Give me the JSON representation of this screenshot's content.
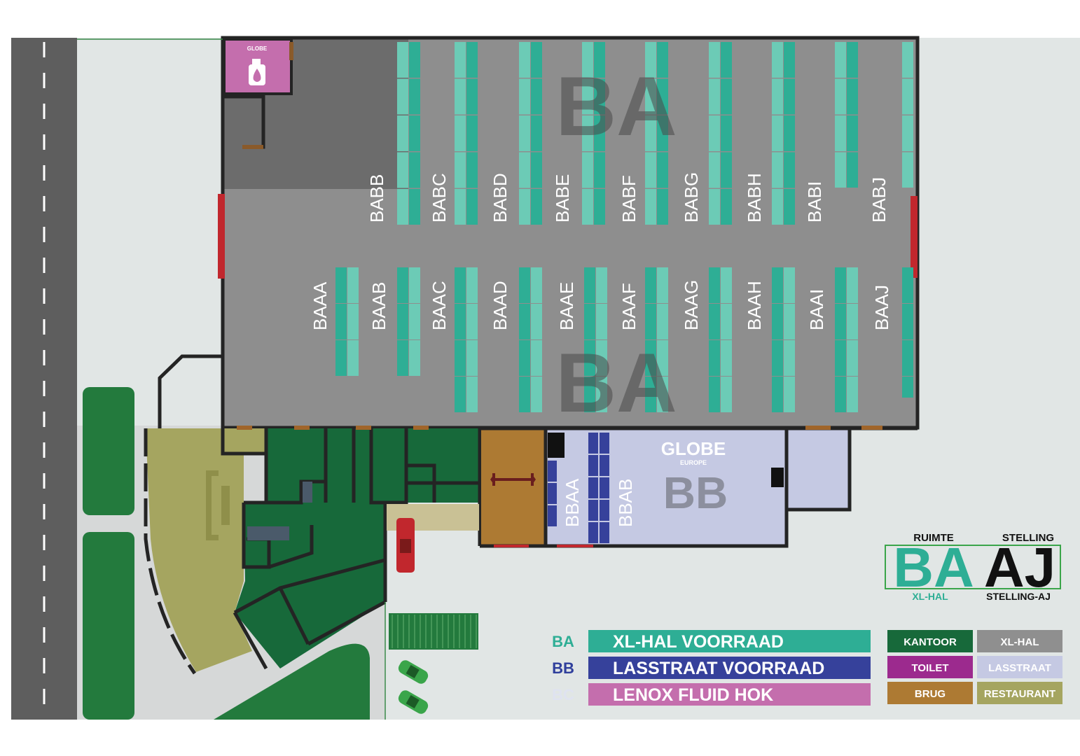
{
  "zones": {
    "ba_upper": "BA",
    "ba_lower": "BA",
    "bb": "BB"
  },
  "logo": {
    "brand": "GLOBE",
    "sub": "EUROPE"
  },
  "aisles_top": [
    "BABB",
    "BABC",
    "BABD",
    "BABE",
    "BABF",
    "BABG",
    "BABH",
    "BABI",
    "BABJ"
  ],
  "aisles_bottom": [
    "BAAA",
    "BAAB",
    "BAAC",
    "BAAD",
    "BAAE",
    "BAAF",
    "BAAG",
    "BAAH",
    "BAAI",
    "BAAJ"
  ],
  "aisles_bb": [
    "BBAA",
    "BBAB"
  ],
  "code_key": {
    "ruimte_label": "RUIMTE",
    "stelling_label": "STELLING",
    "ruimte_code": "BA",
    "stelling_code": "AJ",
    "ruimte_sub": "XL-HAL",
    "stelling_sub": "STELLING-AJ"
  },
  "legend": [
    {
      "code": "BA",
      "label": "XL-HAL VOORRAAD",
      "code_color": "#2eae95",
      "bar_color": "#2eae95"
    },
    {
      "code": "BB",
      "label": "LASSTRAAT VOORRAAD",
      "code_color": "#2f3f9c",
      "bar_color": "#36419b"
    },
    {
      "code": "BC",
      "label": "LENOX FLUID HOK",
      "code_color": "#dfe3f0",
      "bar_color": "#c46ead"
    }
  ],
  "area_key": [
    {
      "label": "KANTOOR",
      "color": "#17693a"
    },
    {
      "label": "XL-HAL",
      "color": "#8f8f8f"
    },
    {
      "label": "TOILET",
      "color": "#9c2a8e"
    },
    {
      "label": "LASSTRAAT",
      "color": "#c5c9e3"
    },
    {
      "label": "BRUG",
      "color": "#ad7a33"
    },
    {
      "label": "RESTAURANT",
      "color": "#a5a560"
    }
  ],
  "colors": {
    "hall": "#8e8e8e",
    "hall_dark": "#6c6c6c",
    "rack_dark": "#2eae95",
    "rack_light": "#6ccbb6",
    "office": "#17693a",
    "toilet_pink": "#c46ead",
    "lasstraat": "#c5c9e3",
    "bridge": "#ad7a33",
    "restaurant": "#a5a560",
    "road": "#5e5e5e",
    "grass": "#237a3d",
    "ground": "#e1e6e5",
    "door_red": "#c1272d"
  }
}
